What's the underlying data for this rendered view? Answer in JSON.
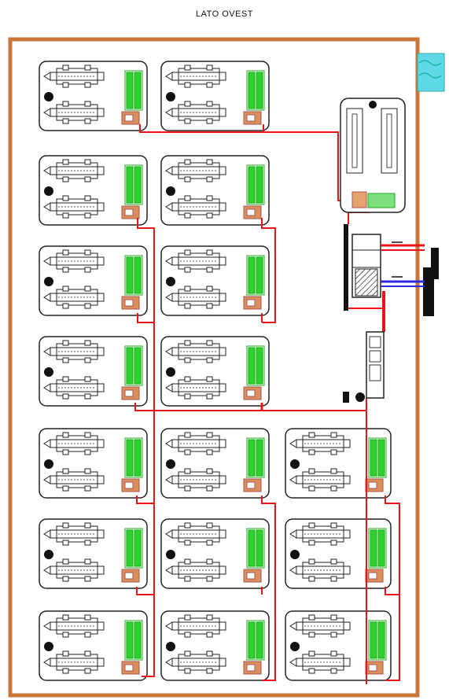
{
  "title": "LATO OVEST",
  "colors": {
    "wall": "#c8763a",
    "cable": "#e8141a",
    "cable_blue": "#2a2ad8",
    "window": "#5fd8e8",
    "module_green": "#2fd12f",
    "connector": "#d9905a",
    "outline": "#222222"
  },
  "modules": [
    {
      "id": "r1c1",
      "cols": 1,
      "row": 1
    },
    {
      "id": "r1c2",
      "cols": 2,
      "row": 1
    },
    {
      "id": "r2c1",
      "cols": 1,
      "row": 2
    },
    {
      "id": "r2c2",
      "cols": 2,
      "row": 2
    },
    {
      "id": "r3c1",
      "cols": 1,
      "row": 3
    },
    {
      "id": "r3c2",
      "cols": 2,
      "row": 3
    },
    {
      "id": "r4c1",
      "cols": 1,
      "row": 4
    },
    {
      "id": "r4c2",
      "cols": 2,
      "row": 4
    },
    {
      "id": "r5c1",
      "cols": 1,
      "row": 5
    },
    {
      "id": "r5c2",
      "cols": 2,
      "row": 5
    },
    {
      "id": "r5c3",
      "cols": 3,
      "row": 5
    },
    {
      "id": "r6c1",
      "cols": 1,
      "row": 6
    },
    {
      "id": "r6c2",
      "cols": 2,
      "row": 6
    },
    {
      "id": "r6c3",
      "cols": 3,
      "row": 6
    },
    {
      "id": "r7c1",
      "cols": 1,
      "row": 7
    },
    {
      "id": "r7c2",
      "cols": 2,
      "row": 7
    },
    {
      "id": "r7c3",
      "cols": 3,
      "row": 7
    }
  ]
}
